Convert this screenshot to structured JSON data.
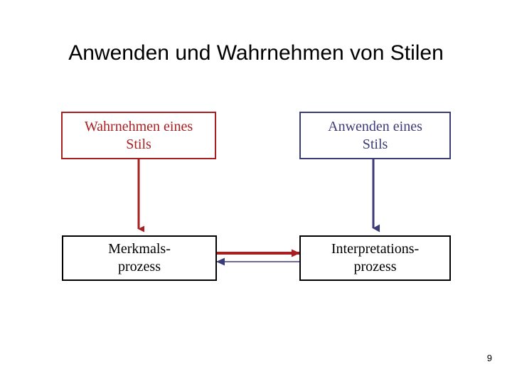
{
  "slide": {
    "title": "Anwenden und Wahrnehmen von Stilen",
    "page_number": "9",
    "background_color": "#FFFFFF"
  },
  "colors": {
    "red": "#A81F22",
    "navy": "#3B3B78",
    "black": "#000000",
    "title_text": "#000000"
  },
  "diagram": {
    "boxes": [
      {
        "id": "wahrnehmen-eines-stils",
        "label": "Wahrnehmen eines\nStils",
        "border_color": "#A81F22",
        "text_color": "#A81F22"
      },
      {
        "id": "anwenden-eines-stils",
        "label": "Anwenden eines\nStils",
        "border_color": "#3B3B78",
        "text_color": "#3B3B78"
      },
      {
        "id": "merkmalsprozess",
        "label": "Merkmals-\nprozess",
        "border_color": "#000000",
        "text_color": "#000000"
      },
      {
        "id": "interpretationsprozess",
        "label": "Interpretations-\nprozess",
        "border_color": "#000000",
        "text_color": "#000000"
      }
    ],
    "arrows": [
      {
        "id": "wahrnehmen-to-merkmals",
        "from": "wahrnehmen-eines-stils",
        "to": "merkmalsprozess",
        "direction": "down",
        "color": "#A81F22"
      },
      {
        "id": "anwenden-to-interpretations",
        "from": "anwenden-eines-stils",
        "to": "interpretationsprozess",
        "direction": "down",
        "color": "#3B3B78"
      },
      {
        "id": "merkmals-to-interpretations",
        "from": "merkmalsprozess",
        "to": "interpretationsprozess",
        "direction": "right",
        "color": "#A81F22"
      },
      {
        "id": "interpretations-to-merkmals",
        "from": "interpretationsprozess",
        "to": "merkmalsprozess",
        "direction": "left",
        "color": "#3B3B78"
      }
    ]
  }
}
